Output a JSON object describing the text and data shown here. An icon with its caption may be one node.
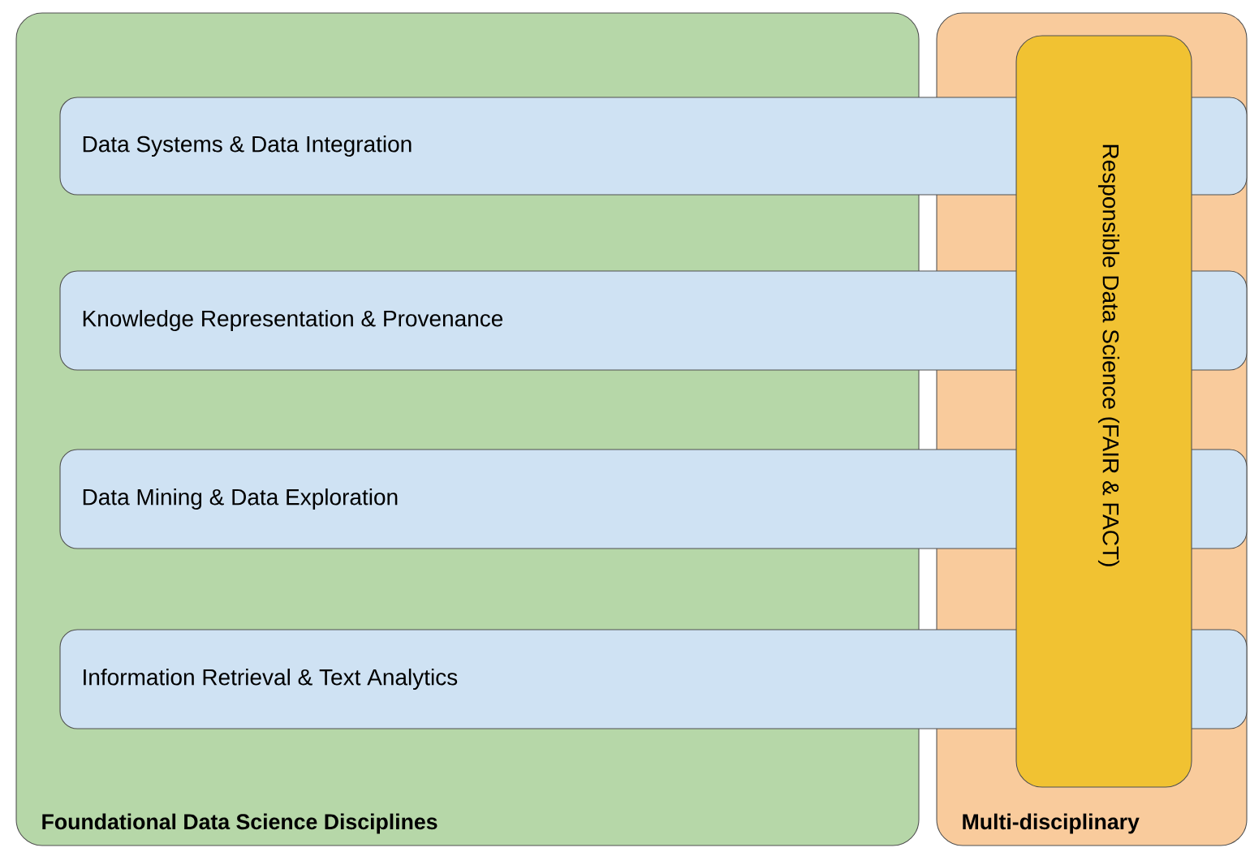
{
  "diagram": {
    "nodes": [
      {
        "text": [
          "Foundational Data Science Disciplines"
        ]
      },
      {
        "text": [
          "Multi-disciplinary"
        ]
      },
      {
        "text": [
          "Data Systems & Data Integration"
        ]
      },
      {
        "text": [
          "Knowledge Representation & Provenance"
        ]
      },
      {
        "text": [
          "Data Mining & Data Exploration"
        ]
      },
      {
        "text": [
          "Information Retrieval & Text Analytics"
        ]
      },
      {
        "text": [
          "Responsible Data Science (FAIR & FACT)"
        ],
        "in": 1
      }
    ]
  }
}
